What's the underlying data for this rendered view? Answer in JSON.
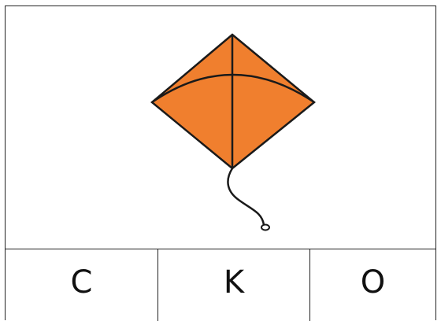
{
  "picture": {
    "subject": "kite-icon",
    "kite_color": "#f07f2e",
    "line_color": "#1a1a1a"
  },
  "letters": {
    "items": [
      {
        "label": "C"
      },
      {
        "label": "K"
      },
      {
        "label": "O"
      }
    ]
  }
}
